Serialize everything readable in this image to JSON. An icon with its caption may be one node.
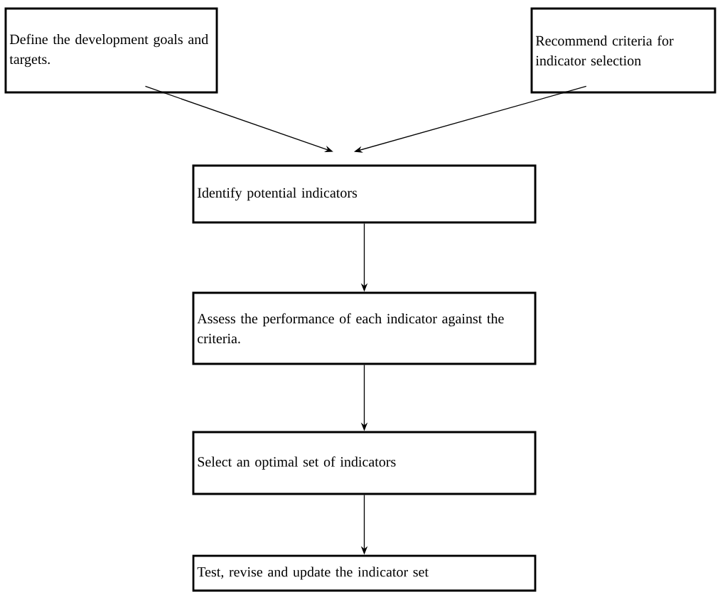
{
  "diagram": {
    "nodes": [
      {
        "text": [
          "Define the development goals and targets."
        ]
      },
      {
        "text": [
          "Recommend criteria for indicator selection"
        ]
      },
      {
        "text": [
          "Identify potential indicators"
        ]
      },
      {
        "text": [
          "Assess the performance of each indicator against the criteria."
        ]
      },
      {
        "text": [
          "Select an optimal set of indicators"
        ]
      },
      {
        "text": [
          "Test, revise and update the indicator set"
        ]
      }
    ],
    "edges": [
      {
        "from": 0,
        "to": 2,
        "arrow": "to"
      },
      {
        "from": 1,
        "to": 2,
        "arrow": "to"
      },
      {
        "from": 2,
        "to": 3,
        "arrow": "to"
      },
      {
        "from": 3,
        "to": 4,
        "arrow": "to"
      },
      {
        "from": 4,
        "to": 5,
        "arrow": "to"
      }
    ]
  }
}
